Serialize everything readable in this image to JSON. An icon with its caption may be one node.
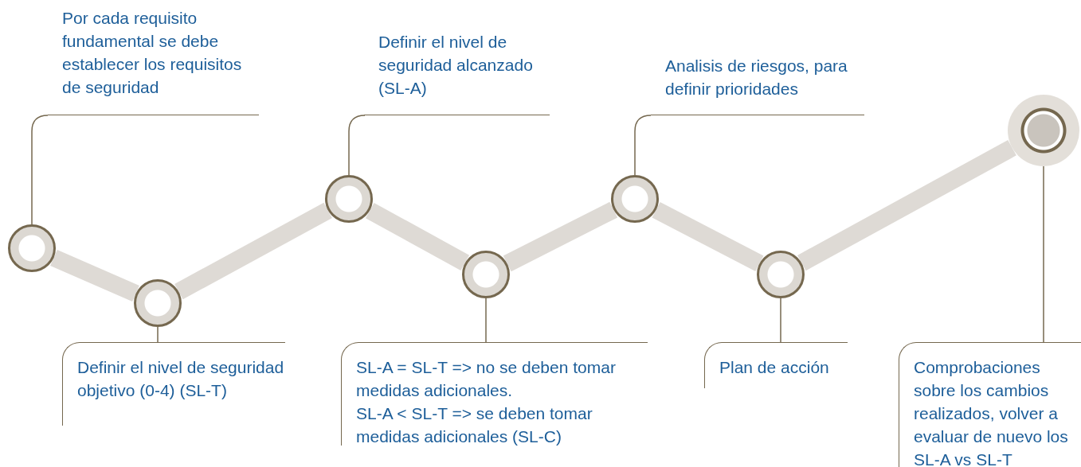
{
  "diagram": {
    "nodes": [
      {
        "text": [],
        "shape": "circle"
      },
      {
        "text": [],
        "shape": "circle"
      },
      {
        "text": [],
        "shape": "circle"
      },
      {
        "text": [],
        "shape": "circle"
      },
      {
        "text": [],
        "shape": "circle"
      },
      {
        "text": [],
        "shape": "circle"
      },
      {
        "text": [],
        "shape": "circle"
      },
      {
        "text": [
          "Por cada requisito fundamental se debe establecer los requisitos de seguridad"
        ]
      },
      {
        "text": [
          "Definir el nivel de seguridad objetivo (0-4) (SL-T)"
        ]
      },
      {
        "text": [
          "Definir el nivel de seguridad alcanzado (SL-A)"
        ]
      },
      {
        "text": [
          "SL-A = SL-T => no se deben tomar medidas adicionales.",
          "SL-A < SL-T => se deben tomar medidas adicionales (SL-C)"
        ]
      },
      {
        "text": [
          "Analisis de riesgos, para definir prioridades"
        ]
      },
      {
        "text": [
          "Plan de acción"
        ]
      },
      {
        "text": [
          "Comprobaciones sobre los cambios realizados, volver a evaluar de nuevo los SL-A vs SL-T"
        ]
      }
    ],
    "edges": [
      {
        "from": 0,
        "to": 1,
        "arrow": "none",
        "style": "thick",
        "color": "#dedad5"
      },
      {
        "from": 1,
        "to": 2,
        "arrow": "none",
        "style": "thick",
        "color": "#dedad5"
      },
      {
        "from": 2,
        "to": 3,
        "arrow": "none",
        "style": "thick",
        "color": "#dedad5"
      },
      {
        "from": 3,
        "to": 4,
        "arrow": "none",
        "style": "thick",
        "color": "#dedad5"
      },
      {
        "from": 4,
        "to": 5,
        "arrow": "none",
        "style": "thick",
        "color": "#dedad5"
      },
      {
        "from": 5,
        "to": 6,
        "arrow": "none",
        "style": "thick",
        "color": "#dedad5"
      },
      {
        "from": 0,
        "to": 7,
        "arrow": "none"
      },
      {
        "from": 1,
        "to": 8,
        "arrow": "none"
      },
      {
        "from": 2,
        "to": 9,
        "arrow": "none"
      },
      {
        "from": 3,
        "to": 10,
        "arrow": "none"
      },
      {
        "from": 4,
        "to": 11,
        "arrow": "none"
      },
      {
        "from": 5,
        "to": 12,
        "arrow": "none"
      },
      {
        "from": 6,
        "to": 13,
        "arrow": "none"
      }
    ]
  }
}
